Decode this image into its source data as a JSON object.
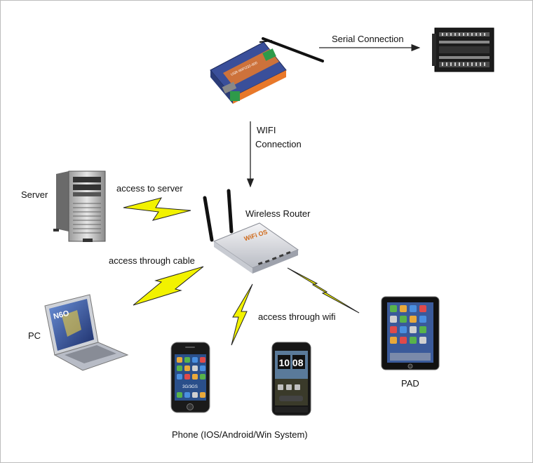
{
  "labels": {
    "serial_connection": "Serial Connection",
    "wifi_connection_1": "WIFI",
    "wifi_connection_2": "Connection",
    "server": "Server",
    "access_to_server": "access to server",
    "wireless_router": "Wireless Router",
    "access_through_cable": "access through cable",
    "pc": "PC",
    "access_through_wifi": "access through wifi",
    "pad": "PAD",
    "phone": "Phone (IOS/Android/Win System)"
  },
  "device_text": {
    "router_brand": "WiFi OS",
    "pc_screen": "N6O",
    "phone_clock": "10 08",
    "iphone_badge": "3G/3GS"
  },
  "colors": {
    "lightning_fill": "#f2f200",
    "lightning_stroke": "#222222",
    "arrow": "#222222",
    "converter_blue": "#3a4f9a",
    "converter_orange": "#e8782a",
    "connector_green": "#2e9a4a"
  },
  "icons": [
    "serial-wifi-converter-icon",
    "plc-icon",
    "server-tower-icon",
    "wireless-router-icon",
    "laptop-icon",
    "iphone-icon",
    "android-phone-icon",
    "tablet-icon",
    "lightning-icon"
  ]
}
